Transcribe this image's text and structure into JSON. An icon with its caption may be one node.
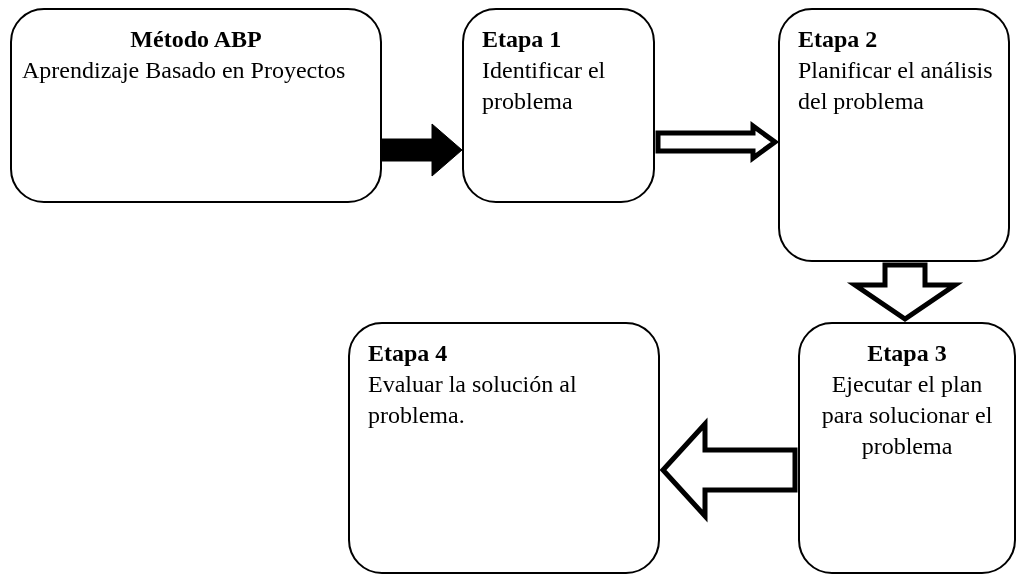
{
  "diagram": {
    "nodes": [
      {
        "text": [
          "Método ABP",
          "Aprendizaje Basado en Proyectos"
        ]
      },
      {
        "text": [
          "Etapa 1",
          "Identificar el problema"
        ]
      },
      {
        "text": [
          "Etapa 2",
          "Planificar el análisis del problema"
        ]
      },
      {
        "text": [
          "Etapa 3",
          "Ejecutar el plan para solucionar el problema"
        ]
      },
      {
        "text": [
          "Etapa 4",
          "Evaluar la solución al problema."
        ]
      }
    ],
    "edges": [
      {
        "from": 0,
        "to": 1,
        "arrow": "to",
        "style": "thick"
      },
      {
        "from": 1,
        "to": 2,
        "arrow": "to"
      },
      {
        "from": 2,
        "to": 3,
        "arrow": "to"
      },
      {
        "from": 3,
        "to": 4,
        "arrow": "to"
      }
    ]
  }
}
